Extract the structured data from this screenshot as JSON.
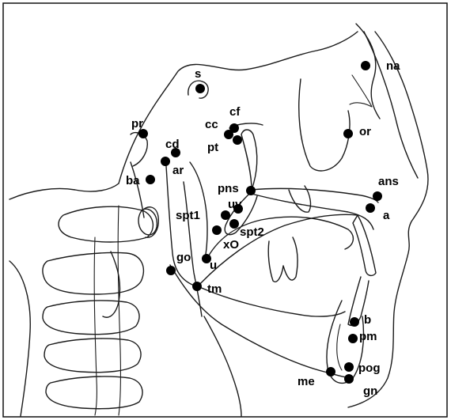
{
  "figure": {
    "line_color": "#1a1a1a",
    "dot_color": "#000000",
    "background": "#ffffff"
  },
  "landmarks": [
    {
      "id": "s",
      "label": "s"
    },
    {
      "id": "na",
      "label": "na"
    },
    {
      "id": "pr",
      "label": "pr"
    },
    {
      "id": "cf",
      "label": "cf"
    },
    {
      "id": "cc",
      "label": "cc"
    },
    {
      "id": "cd",
      "label": "cd"
    },
    {
      "id": "pt",
      "label": "pt"
    },
    {
      "id": "or",
      "label": "or"
    },
    {
      "id": "ar",
      "label": "ar"
    },
    {
      "id": "ba",
      "label": "ba"
    },
    {
      "id": "ans",
      "label": "ans"
    },
    {
      "id": "pns",
      "label": "pns"
    },
    {
      "id": "uv",
      "label": "uv"
    },
    {
      "id": "a",
      "label": "a"
    },
    {
      "id": "spt1",
      "label": "spt1"
    },
    {
      "id": "spt2",
      "label": "spt2"
    },
    {
      "id": "x",
      "label": "xO"
    },
    {
      "id": "go",
      "label": "go"
    },
    {
      "id": "u",
      "label": "u"
    },
    {
      "id": "tm",
      "label": "tm"
    },
    {
      "id": "b",
      "label": "b"
    },
    {
      "id": "pm",
      "label": "pm"
    },
    {
      "id": "pog",
      "label": "pog"
    },
    {
      "id": "me",
      "label": "me"
    },
    {
      "id": "gn",
      "label": "gn"
    }
  ]
}
